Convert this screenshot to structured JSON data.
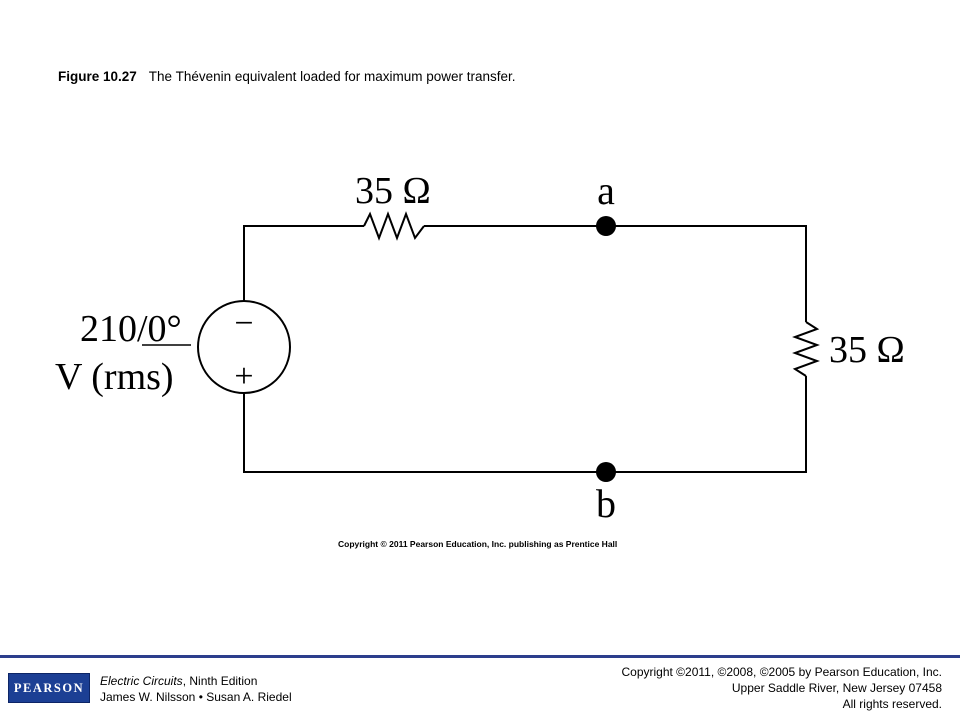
{
  "caption": {
    "figure_number": "Figure 10.27",
    "title": "The Thévenin equivalent loaded for maximum power transfer."
  },
  "circuit": {
    "source_value": "210/0°",
    "source_unit": "V (rms)",
    "source_top_polarity": "−",
    "source_bottom_polarity": "+",
    "series_resistor": "35 Ω",
    "load_resistor": "35 Ω",
    "node_a": "a",
    "node_b": "b",
    "copyright": "Copyright © 2011 Pearson Education, Inc. publishing as Prentice Hall"
  },
  "footer": {
    "logo_text": "PEARSON",
    "book_title": "Electric Circuits",
    "book_edition": ", Ninth Edition",
    "authors": "James W. Nilsson • Susan A. Riedel",
    "copyright_line1": "Copyright ©2011, ©2008, ©2005 by Pearson Education, Inc.",
    "copyright_line2": "Upper Saddle River, New Jersey 07458",
    "copyright_line3": "All rights reserved.",
    "rule_color": "#2c3e8c",
    "logo_color": "#1c3f94"
  }
}
